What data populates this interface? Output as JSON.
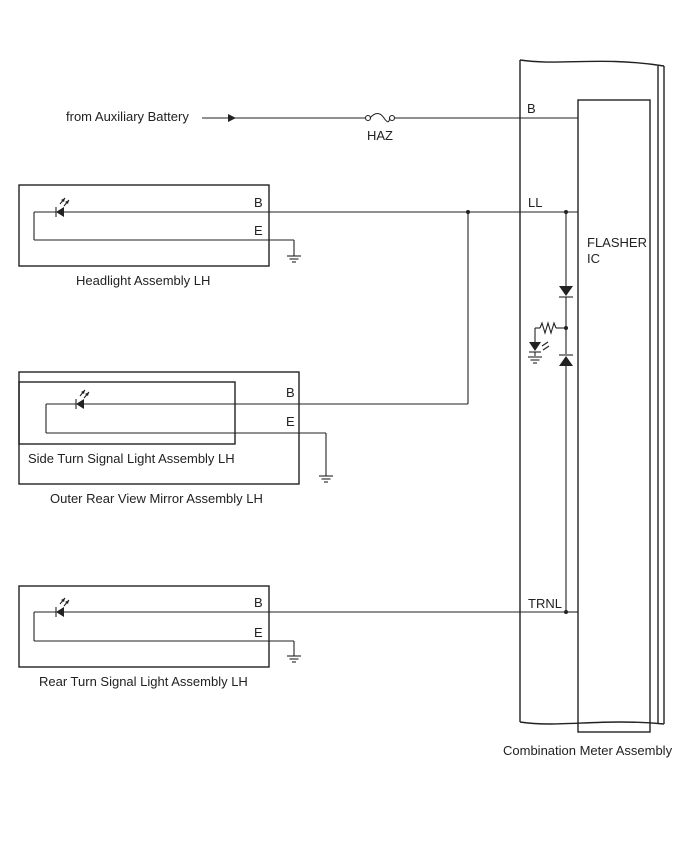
{
  "supply": {
    "label": "from Auxiliary Battery",
    "fuse": "HAZ"
  },
  "meter": {
    "name": "Combination Meter Assembly",
    "flasher_line1": "FLASHER",
    "flasher_line2": "IC",
    "pins": {
      "b": "B",
      "ll": "LL",
      "trnl": "TRNL"
    }
  },
  "headlight": {
    "name": "Headlight Assembly LH",
    "pin_b": "B",
    "pin_e": "E"
  },
  "mirror": {
    "name": "Outer Rear View Mirror Assembly LH",
    "inner_name": "Side Turn Signal Light Assembly LH",
    "pin_b": "B",
    "pin_e": "E"
  },
  "rear": {
    "name": "Rear Turn Signal Light Assembly LH",
    "pin_b": "B",
    "pin_e": "E"
  }
}
